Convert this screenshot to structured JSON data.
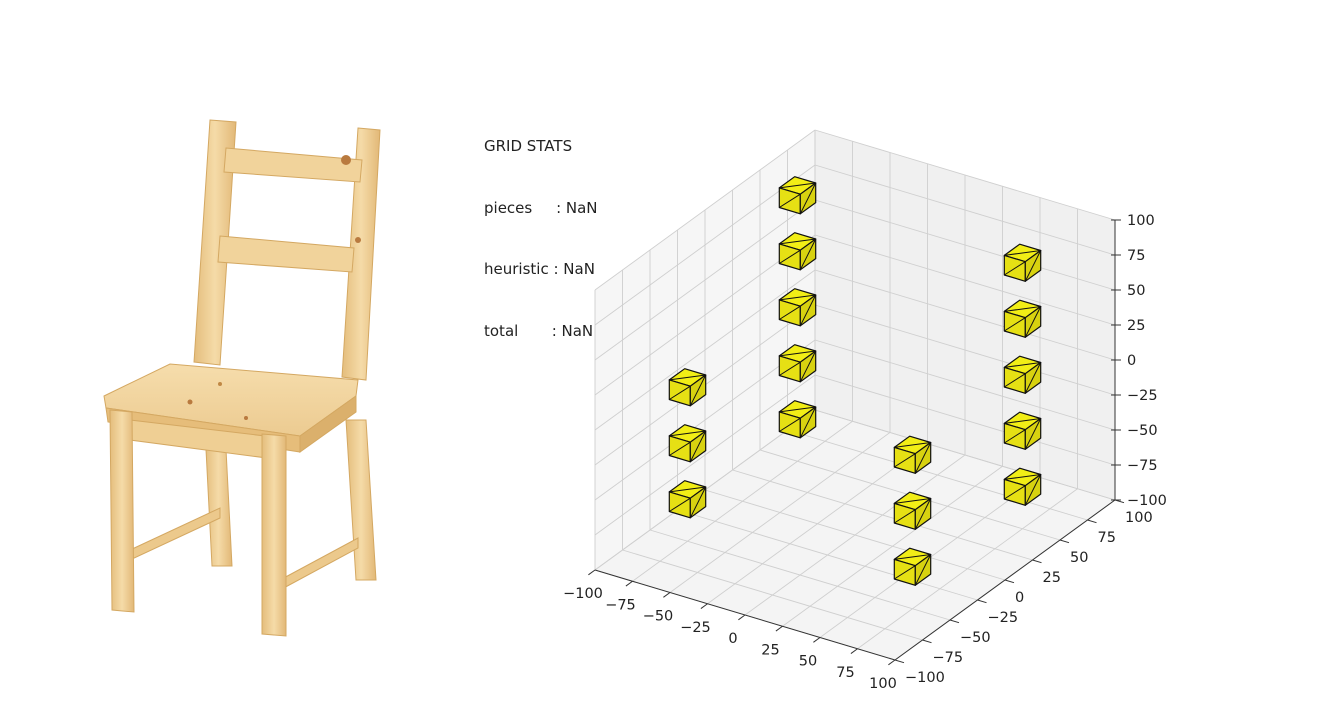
{
  "stats": {
    "title": "GRID STATS",
    "rows": [
      {
        "label": "pieces     ",
        "value": ": NaN"
      },
      {
        "label": "heuristic ",
        "value": ": NaN"
      },
      {
        "label": "total       ",
        "value": ": NaN"
      }
    ]
  },
  "colors": {
    "cube_fill": "#f2ee16",
    "cube_edge": "#111111",
    "grid": "#cfcfcf",
    "pane": "#f2f2f2",
    "wood_light": "#f3d7a2",
    "wood_mid": "#e8c486",
    "wood_dark": "#d9ad6b"
  },
  "chair_icon": "wooden-chair-image",
  "chart_data": {
    "type": "scatter",
    "projection": "3d",
    "marker": "cube",
    "title": "",
    "xlabel": "",
    "ylabel": "",
    "zlabel": "",
    "xlim": [
      -100,
      100
    ],
    "ylim": [
      -100,
      100
    ],
    "zlim": [
      -100,
      100
    ],
    "x_ticks": [
      "−100",
      "−75",
      "−50",
      "−25",
      "0",
      "25",
      "50",
      "75",
      "100"
    ],
    "y_ticks": [
      "−100",
      "−75",
      "−50",
      "−25",
      "0",
      "25",
      "50",
      "75",
      "100"
    ],
    "z_ticks": [
      "−100",
      "−75",
      "−50",
      "−25",
      "0",
      "25",
      "50",
      "75",
      "100"
    ],
    "grid": true,
    "points": [
      {
        "x": -75,
        "y": 50,
        "z": 90
      },
      {
        "x": -75,
        "y": 50,
        "z": 50
      },
      {
        "x": -75,
        "y": 50,
        "z": 10
      },
      {
        "x": -75,
        "y": -50,
        "z": 10
      },
      {
        "x": -75,
        "y": 50,
        "z": -30
      },
      {
        "x": -75,
        "y": -50,
        "z": -30
      },
      {
        "x": -75,
        "y": 50,
        "z": -70
      },
      {
        "x": -75,
        "y": -50,
        "z": -70
      },
      {
        "x": 75,
        "y": 50,
        "z": 90
      },
      {
        "x": 75,
        "y": 50,
        "z": 50
      },
      {
        "x": 75,
        "y": 50,
        "z": 10
      },
      {
        "x": 75,
        "y": -50,
        "z": 10
      },
      {
        "x": 75,
        "y": 50,
        "z": -30
      },
      {
        "x": 75,
        "y": -50,
        "z": -30
      },
      {
        "x": 75,
        "y": 50,
        "z": -70
      },
      {
        "x": 75,
        "y": -50,
        "z": -70
      }
    ]
  }
}
